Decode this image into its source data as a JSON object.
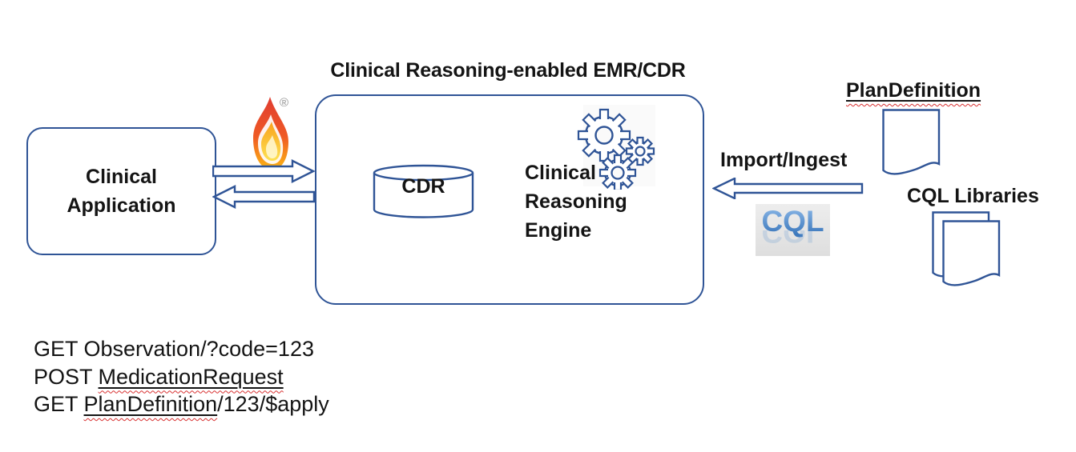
{
  "title": "Clinical Reasoning-enabled EMR/CDR",
  "colors": {
    "outline_blue": "#2f5496",
    "text": "#141414",
    "squiggle_red": "#d83030",
    "flame_red": "#e03c31",
    "flame_orange": "#f58220",
    "flame_yellow": "#fdb813",
    "cql_text_blue": "#5b92cf",
    "cql_badge_gray": "#e6e6e6"
  },
  "nodes": {
    "clinical_application": {
      "label": "Clinical Application"
    },
    "fhir_flame": {
      "registered_mark": "®"
    },
    "emr_box": {
      "cdr_label": "CDR",
      "engine_label": "Clinical Reasoning Engine"
    },
    "import_ingest": {
      "label": "Import/Ingest"
    },
    "cql_logo": {
      "label": "CQL"
    },
    "plan_definition": {
      "label": "PlanDefinition"
    },
    "cql_libraries": {
      "label": "CQL Libraries"
    }
  },
  "api_calls": [
    {
      "prefix": "GET Observation/?code=123",
      "underlined": "",
      "suffix": ""
    },
    {
      "prefix": "POST ",
      "underlined": "MedicationRequest",
      "suffix": ""
    },
    {
      "prefix": "GET ",
      "underlined": "PlanDefinition",
      "suffix": "/123/$apply"
    }
  ]
}
